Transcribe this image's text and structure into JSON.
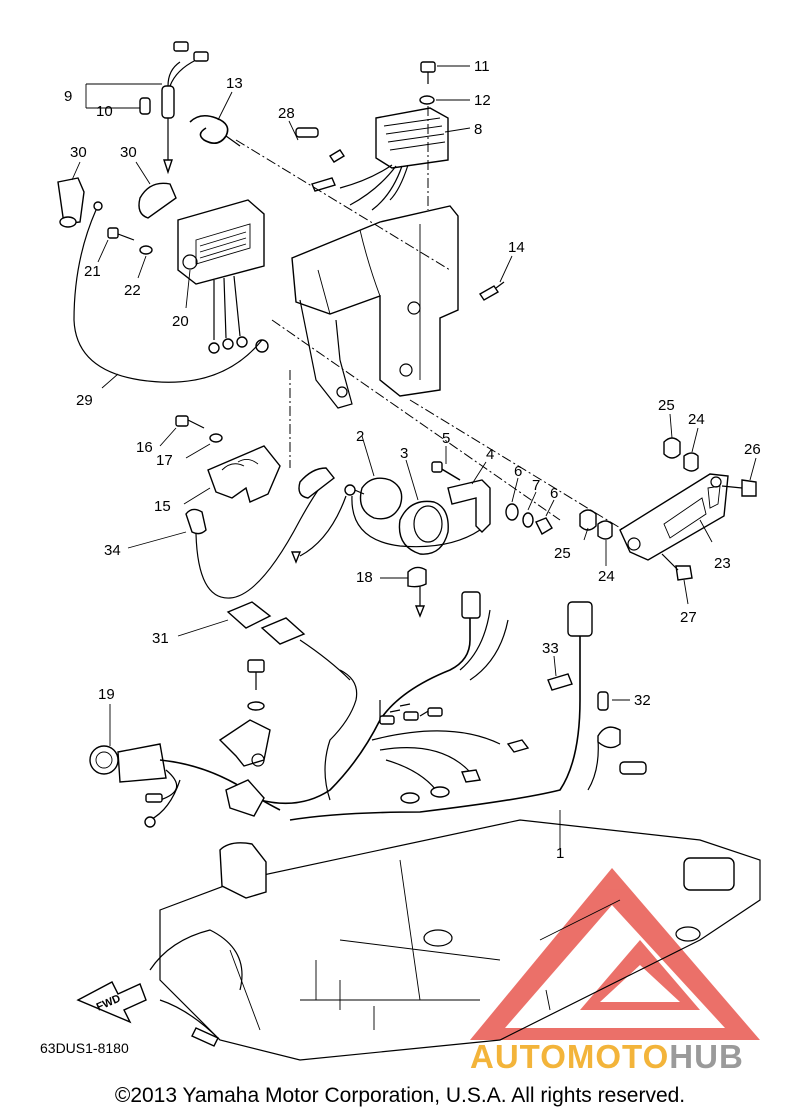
{
  "diagram_code": "63DUS1-8180",
  "copyright": "©2013 Yamaha Motor Corporation, U.S.A. All rights reserved.",
  "fwd_label": "FWD",
  "watermark": {
    "part1": "AUTOMOTO",
    "part2": "HUB"
  },
  "colors": {
    "watermark_red": "#e8584f",
    "watermark_orange": "#f3b43a",
    "watermark_grey": "#9a9a9a"
  },
  "callouts": [
    {
      "key": "c11",
      "label": "11"
    },
    {
      "key": "c12",
      "label": "12"
    },
    {
      "key": "c9",
      "label": "9"
    },
    {
      "key": "c10",
      "label": "10"
    },
    {
      "key": "c13",
      "label": "13"
    },
    {
      "key": "c28",
      "label": "28"
    },
    {
      "key": "c8",
      "label": "8"
    },
    {
      "key": "c30a",
      "label": "30"
    },
    {
      "key": "c30b",
      "label": "30"
    },
    {
      "key": "c14",
      "label": "14"
    },
    {
      "key": "c21",
      "label": "21"
    },
    {
      "key": "c22",
      "label": "22"
    },
    {
      "key": "c20",
      "label": "20"
    },
    {
      "key": "c29",
      "label": "29"
    },
    {
      "key": "c25a",
      "label": "25"
    },
    {
      "key": "c24a",
      "label": "24"
    },
    {
      "key": "c26",
      "label": "26"
    },
    {
      "key": "c16",
      "label": "16"
    },
    {
      "key": "c17",
      "label": "17"
    },
    {
      "key": "c2",
      "label": "2"
    },
    {
      "key": "c3",
      "label": "3"
    },
    {
      "key": "c5",
      "label": "5"
    },
    {
      "key": "c4",
      "label": "4"
    },
    {
      "key": "c6a",
      "label": "6"
    },
    {
      "key": "c7",
      "label": "7"
    },
    {
      "key": "c6b",
      "label": "6"
    },
    {
      "key": "c15",
      "label": "15"
    },
    {
      "key": "c25b",
      "label": "25"
    },
    {
      "key": "c23",
      "label": "23"
    },
    {
      "key": "c24b",
      "label": "24"
    },
    {
      "key": "c34",
      "label": "34"
    },
    {
      "key": "c18",
      "label": "18"
    },
    {
      "key": "c27",
      "label": "27"
    },
    {
      "key": "c31",
      "label": "31"
    },
    {
      "key": "c33",
      "label": "33"
    },
    {
      "key": "c19",
      "label": "19"
    },
    {
      "key": "c32",
      "label": "32"
    },
    {
      "key": "c1",
      "label": "1"
    }
  ]
}
